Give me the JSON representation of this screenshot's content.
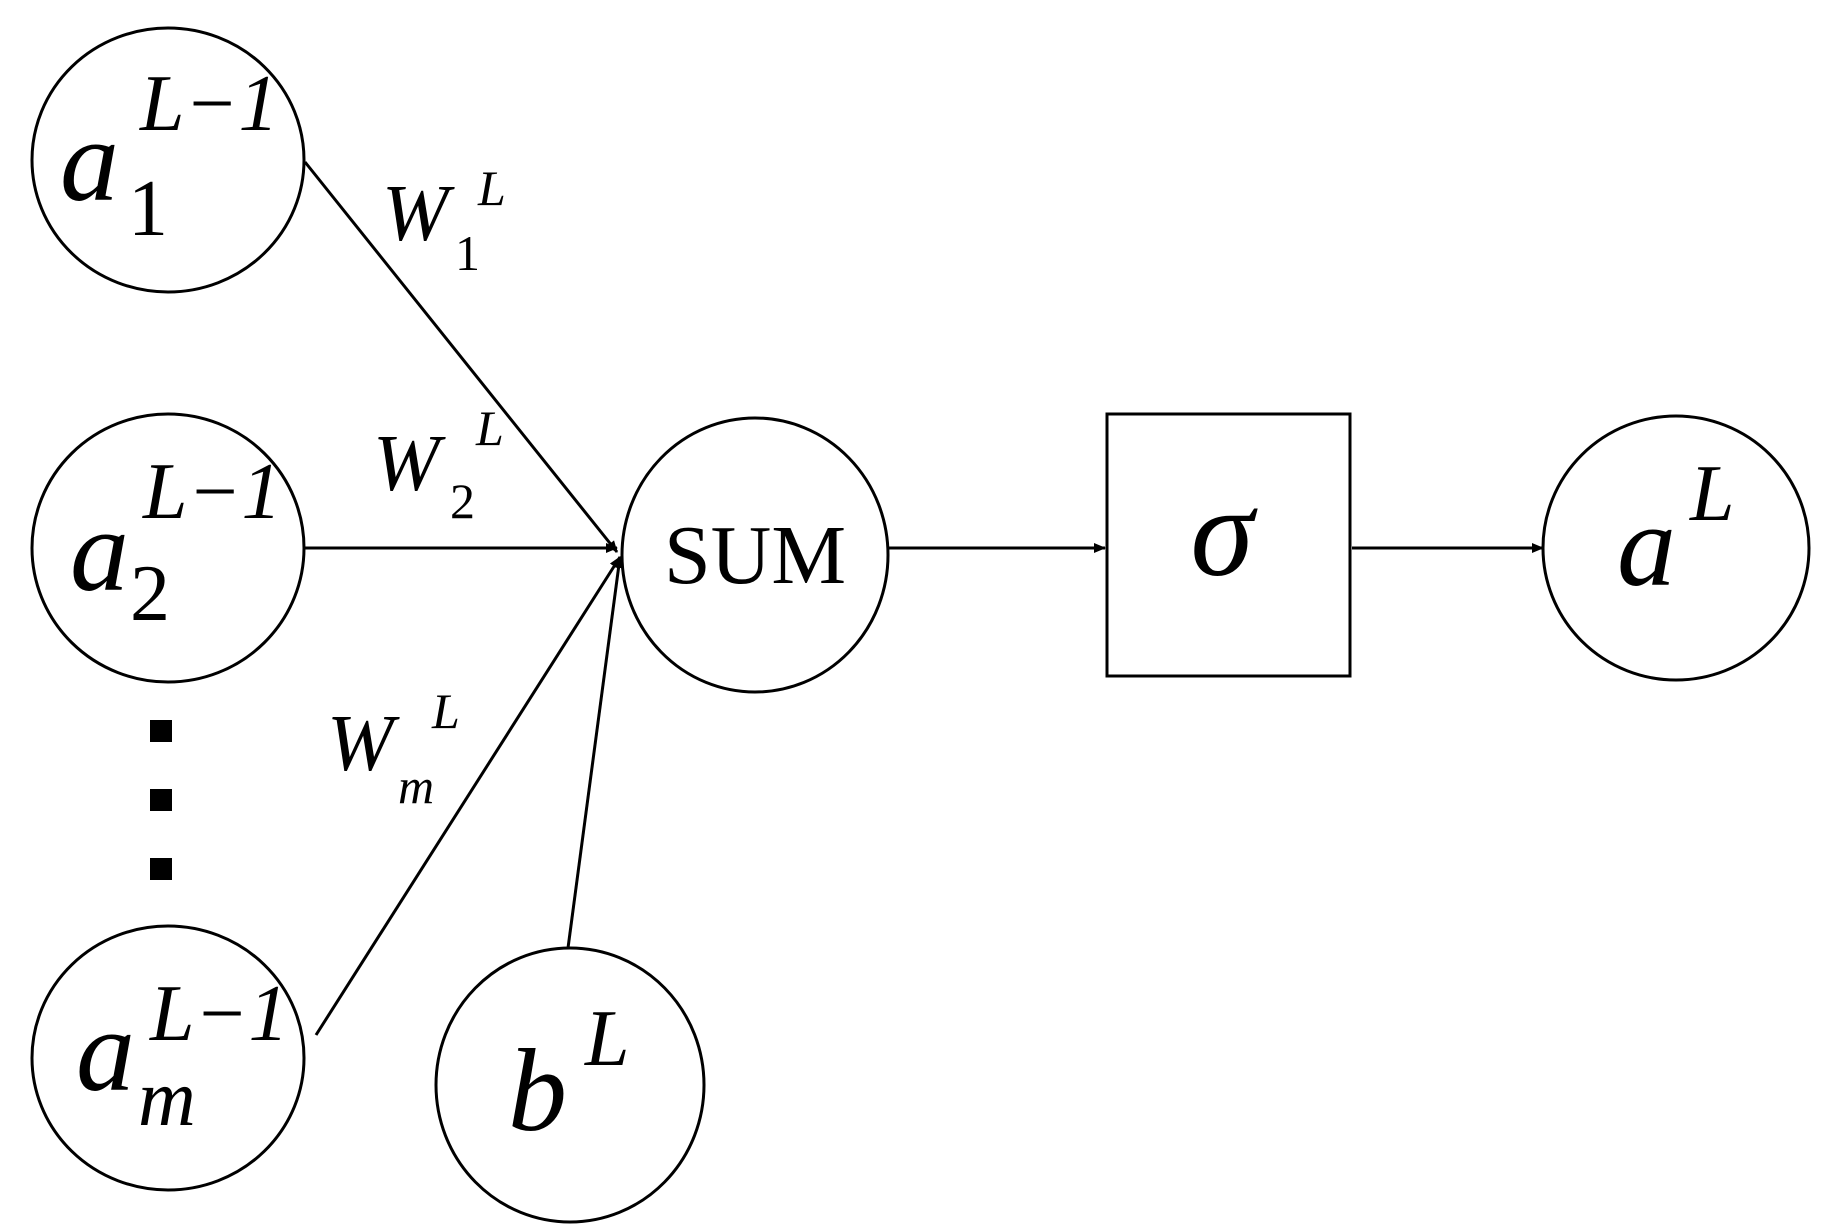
{
  "nodes": {
    "input_1": {
      "base": "a",
      "sup": "L−1",
      "sub": "1"
    },
    "input_2": {
      "base": "a",
      "sup": "L−1",
      "sub": "2"
    },
    "input_m": {
      "base": "a",
      "sup": "L−1",
      "sub": "m"
    },
    "bias": {
      "base": "b",
      "sup": "L"
    },
    "sum": {
      "label": "SUM"
    },
    "activation": {
      "label": "σ"
    },
    "output": {
      "base": "a",
      "sup": "L"
    }
  },
  "weights": {
    "w1": {
      "base": "W",
      "sup": "L",
      "sub": "1"
    },
    "w2": {
      "base": "W",
      "sup": "L",
      "sub": "2"
    },
    "wm": {
      "base": "W",
      "sup": "L",
      "sub": "m"
    }
  }
}
